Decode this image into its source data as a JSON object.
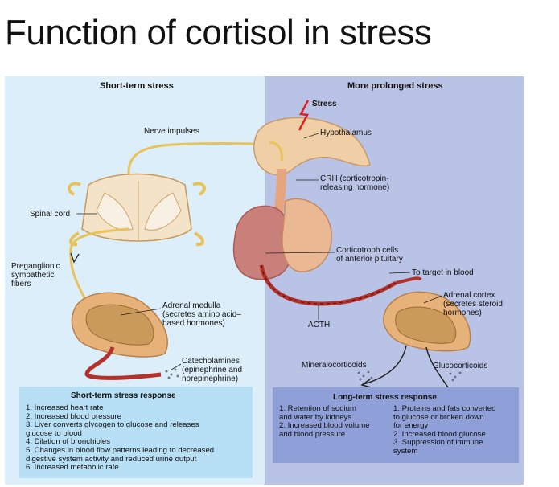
{
  "title": "Function of cortisol in stress",
  "left_panel": {
    "header": "Short-term stress",
    "labels": {
      "nerve_impulses": "Nerve impulses",
      "spinal_cord": "Spinal cord",
      "preganglionic": [
        "Preganglionic",
        "sympathetic",
        "fibers"
      ],
      "adrenal_medulla": [
        "Adrenal medulla",
        "(secretes amino acid–",
        "based hormones)"
      ],
      "catecholamines": [
        "Catecholamines",
        "(epinephrine and",
        "norepinephrine)"
      ]
    },
    "response": {
      "title": "Short-term stress response",
      "items": [
        "1. Increased heart rate",
        "2. Increased blood pressure",
        "3. Liver converts glycogen to glucose and releases",
        "    glucose to blood",
        "4. Dilation of bronchioles",
        "5. Changes in blood flow patterns leading to decreased",
        "    digestive system activity and reduced urine output",
        "6. Increased metabolic rate"
      ]
    }
  },
  "right_panel": {
    "header": "More prolonged stress",
    "labels": {
      "stress": "Stress",
      "hypothalamus": "Hypothalamus",
      "crh": [
        "CRH (corticotropin-",
        "releasing hormone)"
      ],
      "corticotroph": [
        "Corticotroph cells",
        "of anterior pituitary"
      ],
      "to_target": "To target in blood",
      "acth": "ACTH",
      "adrenal_cortex": [
        "Adrenal cortex",
        "(secretes steroid",
        "hormones)"
      ],
      "mineralocorticoids": "Mineralocorticoids",
      "glucocorticoids": "Glucocorticoids"
    },
    "response": {
      "title": "Long-term stress response",
      "col1": [
        "1. Retention of sodium",
        "    and water by kidneys",
        "2. Increased blood volume",
        "    and blood pressure"
      ],
      "col2": [
        "1. Proteins and fats converted",
        "    to glucose or broken down",
        "    for energy",
        "2. Increased blood glucose",
        "3. Suppression of immune",
        "    system"
      ]
    }
  },
  "colors": {
    "left_bg": "#dceef9",
    "right_bg": "#b9c3e6",
    "nerve": "#e8c35a",
    "vessel": "#b3312a",
    "gland": "#e6b27a"
  }
}
